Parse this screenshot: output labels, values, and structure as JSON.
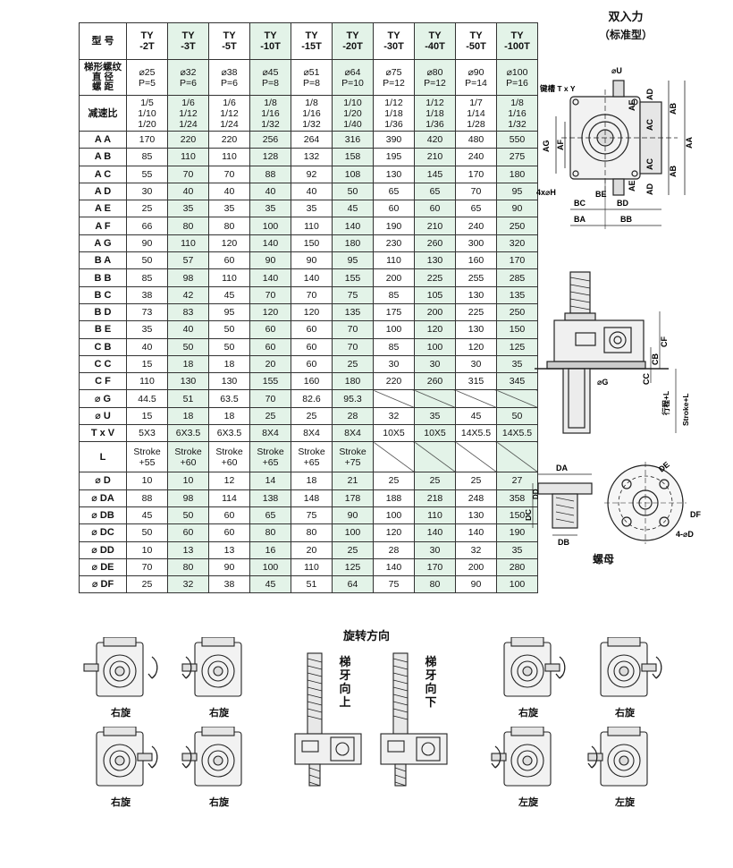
{
  "table": {
    "model_label": "型 号",
    "models": [
      [
        "TY",
        "-2T"
      ],
      [
        "TY",
        "-3T"
      ],
      [
        "TY",
        "-5T"
      ],
      [
        "TY",
        "-10T"
      ],
      [
        "TY",
        "-15T"
      ],
      [
        "TY",
        "-20T"
      ],
      [
        "TY",
        "-30T"
      ],
      [
        "TY",
        "-40T"
      ],
      [
        "TY",
        "-50T"
      ],
      [
        "TY",
        "-100T"
      ]
    ],
    "thread_label": [
      "梯形螺纹",
      "直 径",
      "螺 距"
    ],
    "thread_values": [
      [
        "⌀25",
        "P=5"
      ],
      [
        "⌀32",
        "P=6"
      ],
      [
        "⌀38",
        "P=6"
      ],
      [
        "⌀45",
        "P=8"
      ],
      [
        "⌀51",
        "P=8"
      ],
      [
        "⌀64",
        "P=10"
      ],
      [
        "⌀75",
        "P=12"
      ],
      [
        "⌀80",
        "P=12"
      ],
      [
        "⌀90",
        "P=14"
      ],
      [
        "⌀100",
        "P=16"
      ]
    ],
    "ratio_label": "减速比",
    "ratio_values": [
      [
        "1/5",
        "1/10",
        "1/20"
      ],
      [
        "1/6",
        "1/12",
        "1/24"
      ],
      [
        "1/6",
        "1/12",
        "1/24"
      ],
      [
        "1/8",
        "1/16",
        "1/32"
      ],
      [
        "1/8",
        "1/16",
        "1/32"
      ],
      [
        "1/10",
        "1/20",
        "1/40"
      ],
      [
        "1/12",
        "1/18",
        "1/36"
      ],
      [
        "1/12",
        "1/18",
        "1/36"
      ],
      [
        "1/7",
        "1/14",
        "1/28"
      ],
      [
        "1/8",
        "1/16",
        "1/32"
      ]
    ],
    "rows": [
      {
        "label": "A A",
        "values": [
          "170",
          "220",
          "220",
          "256",
          "264",
          "316",
          "390",
          "420",
          "480",
          "550"
        ]
      },
      {
        "label": "A B",
        "values": [
          "85",
          "110",
          "110",
          "128",
          "132",
          "158",
          "195",
          "210",
          "240",
          "275"
        ]
      },
      {
        "label": "A C",
        "values": [
          "55",
          "70",
          "70",
          "88",
          "92",
          "108",
          "130",
          "145",
          "170",
          "180"
        ]
      },
      {
        "label": "A D",
        "values": [
          "30",
          "40",
          "40",
          "40",
          "40",
          "50",
          "65",
          "65",
          "70",
          "95"
        ]
      },
      {
        "label": "A E",
        "values": [
          "25",
          "35",
          "35",
          "35",
          "35",
          "45",
          "60",
          "60",
          "65",
          "90"
        ]
      },
      {
        "label": "A F",
        "values": [
          "66",
          "80",
          "80",
          "100",
          "110",
          "140",
          "190",
          "210",
          "240",
          "250"
        ]
      },
      {
        "label": "A G",
        "values": [
          "90",
          "110",
          "120",
          "140",
          "150",
          "180",
          "230",
          "260",
          "300",
          "320"
        ]
      },
      {
        "label": "B A",
        "values": [
          "50",
          "57",
          "60",
          "90",
          "90",
          "95",
          "110",
          "130",
          "160",
          "170"
        ]
      },
      {
        "label": "B B",
        "values": [
          "85",
          "98",
          "110",
          "140",
          "140",
          "155",
          "200",
          "225",
          "255",
          "285"
        ]
      },
      {
        "label": "B C",
        "values": [
          "38",
          "42",
          "45",
          "70",
          "70",
          "75",
          "85",
          "105",
          "130",
          "135"
        ]
      },
      {
        "label": "B D",
        "values": [
          "73",
          "83",
          "95",
          "120",
          "120",
          "135",
          "175",
          "200",
          "225",
          "250"
        ]
      },
      {
        "label": "B E",
        "values": [
          "35",
          "40",
          "50",
          "60",
          "60",
          "70",
          "100",
          "120",
          "130",
          "150"
        ]
      },
      {
        "label": "C B",
        "values": [
          "40",
          "50",
          "50",
          "60",
          "60",
          "70",
          "85",
          "100",
          "120",
          "125"
        ]
      },
      {
        "label": "C C",
        "values": [
          "15",
          "18",
          "18",
          "20",
          "60",
          "25",
          "30",
          "30",
          "30",
          "35"
        ]
      },
      {
        "label": "C F",
        "values": [
          "110",
          "130",
          "130",
          "155",
          "160",
          "180",
          "220",
          "260",
          "315",
          "345"
        ]
      },
      {
        "label": "⌀ G",
        "values": [
          "44.5",
          "51",
          "63.5",
          "70",
          "82.6",
          "95.3",
          "",
          "",
          "",
          ""
        ]
      },
      {
        "label": "⌀ U",
        "values": [
          "15",
          "18",
          "18",
          "25",
          "25",
          "28",
          "32",
          "35",
          "45",
          "50"
        ]
      },
      {
        "label": "T x V",
        "values": [
          "5X3",
          "6X3.5",
          "6X3.5",
          "8X4",
          "8X4",
          "8X4",
          "10X5",
          "10X5",
          "14X5.5",
          "14X5.5"
        ]
      },
      {
        "label": "L",
        "values": [
          [
            "Stroke",
            "+55"
          ],
          [
            "Stroke",
            "+60"
          ],
          [
            "Stroke",
            "+60"
          ],
          [
            "Stroke",
            "+65"
          ],
          [
            "Stroke",
            "+65"
          ],
          [
            "Stroke",
            "+75"
          ],
          "",
          "",
          "",
          ""
        ]
      },
      {
        "label": "⌀ D",
        "values": [
          "10",
          "10",
          "12",
          "14",
          "18",
          "21",
          "25",
          "25",
          "25",
          "27"
        ]
      },
      {
        "label": "⌀ DA",
        "values": [
          "88",
          "98",
          "114",
          "138",
          "148",
          "178",
          "188",
          "218",
          "248",
          "358"
        ]
      },
      {
        "label": "⌀ DB",
        "values": [
          "45",
          "50",
          "60",
          "65",
          "75",
          "90",
          "100",
          "110",
          "130",
          "150"
        ]
      },
      {
        "label": "⌀ DC",
        "values": [
          "50",
          "60",
          "60",
          "80",
          "80",
          "100",
          "120",
          "140",
          "140",
          "190"
        ]
      },
      {
        "label": "⌀ DD",
        "values": [
          "10",
          "13",
          "13",
          "16",
          "20",
          "25",
          "28",
          "30",
          "32",
          "35"
        ]
      },
      {
        "label": "⌀ DE",
        "values": [
          "70",
          "80",
          "90",
          "100",
          "110",
          "125",
          "140",
          "170",
          "200",
          "280"
        ]
      },
      {
        "label": "⌀ DF",
        "values": [
          "25",
          "32",
          "38",
          "45",
          "51",
          "64",
          "75",
          "80",
          "90",
          "100"
        ]
      }
    ]
  },
  "diagram1": {
    "title": "双入力",
    "subtitle": "（标准型）",
    "labels": {
      "u": "⌀U",
      "key": "键槽 T x Y",
      "ad": "AD",
      "ae": "AE",
      "ab": "AB",
      "ac": "AC",
      "aa": "AA",
      "ag": "AG",
      "af": "AF",
      "h": "4x⌀H",
      "be": "BE",
      "bc": "BC",
      "bd": "BD",
      "ba": "BA",
      "bb": "BB"
    }
  },
  "diagram2": {
    "labels": {
      "cf": "CF",
      "cb": "CB",
      "cc": "CC",
      "g": "⌀G",
      "stroke_cn": "行程+L",
      "stroke_en": "Stroke+L"
    }
  },
  "nut": {
    "caption": "螺母",
    "labels": {
      "da": "DA",
      "dd": "DD",
      "dc": "DC",
      "db": "DB",
      "de": "DE",
      "df": "DF",
      "d": "4-⌀D"
    }
  },
  "rotation": {
    "title": "旋转方向",
    "up_label": [
      "梯",
      "牙",
      "向",
      "上"
    ],
    "down_label": [
      "梯",
      "牙",
      "向",
      "下"
    ],
    "captions": [
      "右旋",
      "右旋",
      "右旋",
      "右旋",
      "右旋",
      "右旋",
      "左旋",
      "左旋"
    ]
  }
}
